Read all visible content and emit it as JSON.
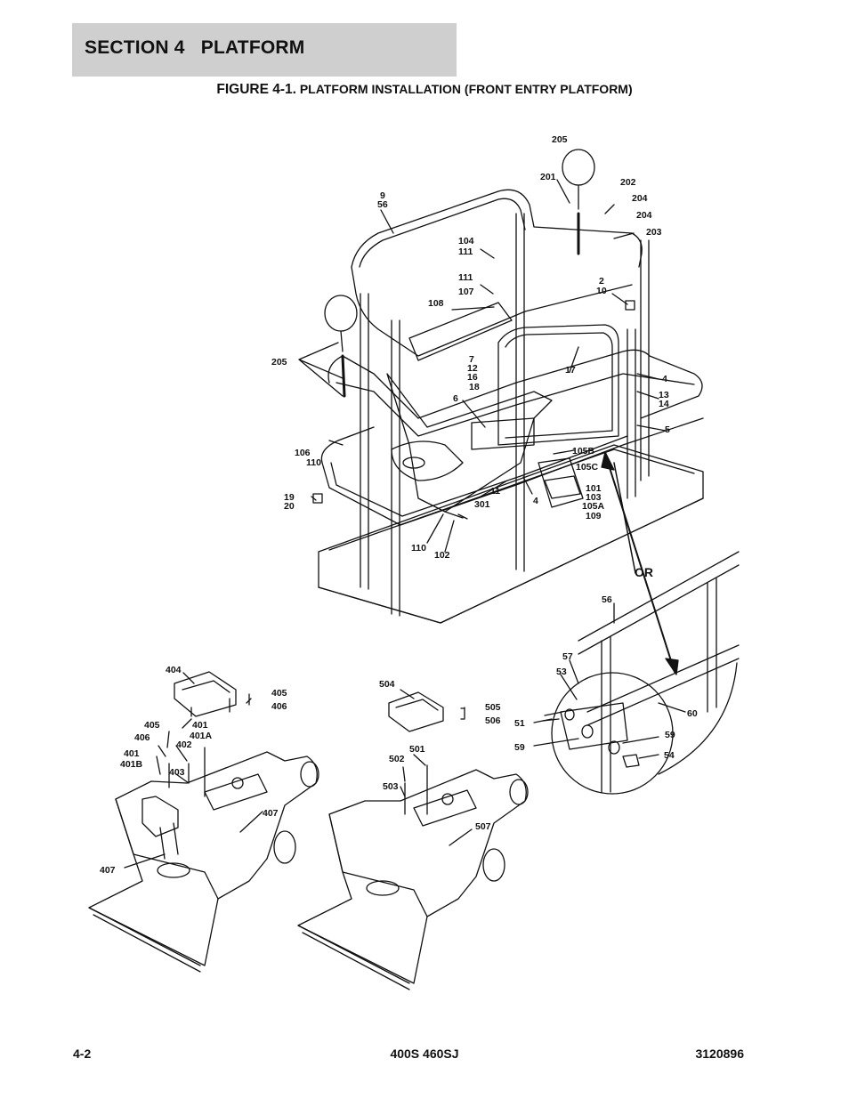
{
  "header": {
    "section": "SECTION 4   PLATFORM",
    "figure_number": "FIGURE 4-1.",
    "figure_title": "PLATFORM INSTALLATION (FRONT ENTRY PLATFORM)"
  },
  "drawing": {
    "labels": [
      "205",
      "201",
      "202",
      "204",
      "204",
      "203",
      "9",
      "56",
      "104",
      "111",
      "111",
      "107",
      "2",
      "10",
      "108",
      "205",
      "7",
      "12",
      "16",
      "18",
      "17",
      "4",
      "13",
      "14",
      "6",
      "5",
      "106",
      "110",
      "105B",
      "105C",
      "19",
      "20",
      "11",
      "4",
      "301",
      "101",
      "103",
      "105A",
      "109",
      "110",
      "102",
      "56",
      "404",
      "405",
      "406",
      "504",
      "505",
      "506",
      "57",
      "53",
      "60",
      "405",
      "406",
      "401",
      "401A",
      "402",
      "401",
      "401B",
      "403",
      "501",
      "502",
      "503",
      "51",
      "59",
      "59",
      "54",
      "407",
      "407",
      "507"
    ],
    "or_label": "OR"
  },
  "footer": {
    "page": "4-2",
    "model": "400S 460SJ",
    "doc_number": "3120896"
  }
}
